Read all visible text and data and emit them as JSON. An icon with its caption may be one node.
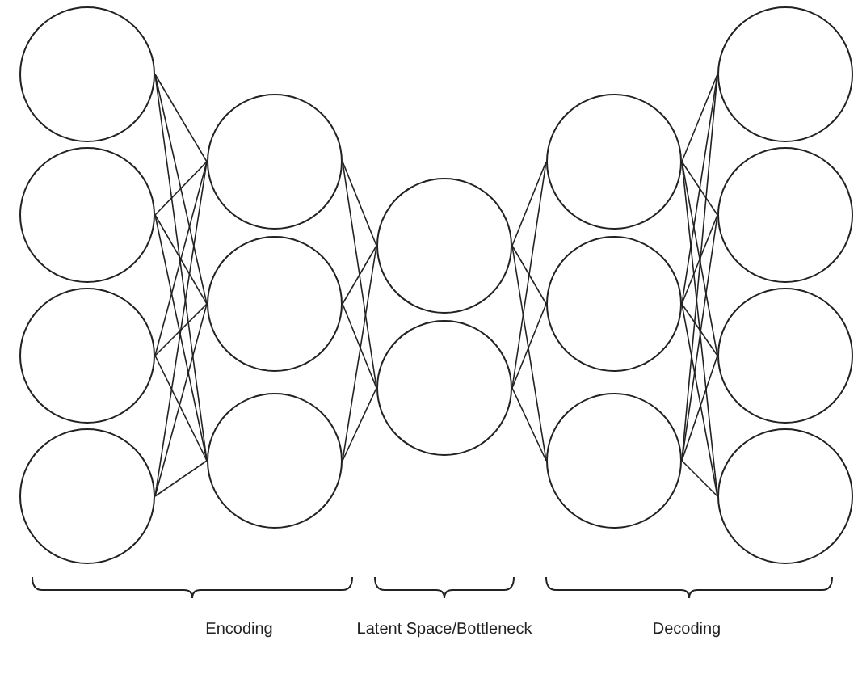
{
  "diagram": {
    "nodes": [
      {
        "text": [],
        "shape": "circle"
      },
      {
        "text": [],
        "shape": "circle"
      },
      {
        "text": [],
        "shape": "circle"
      },
      {
        "text": [],
        "shape": "circle"
      },
      {
        "text": [],
        "shape": "circle"
      },
      {
        "text": [],
        "shape": "circle"
      },
      {
        "text": [],
        "shape": "circle"
      },
      {
        "text": [],
        "shape": "circle"
      },
      {
        "text": [],
        "shape": "circle"
      },
      {
        "text": [],
        "shape": "circle"
      },
      {
        "text": [],
        "shape": "circle"
      },
      {
        "text": [],
        "shape": "circle"
      },
      {
        "text": [],
        "shape": "circle"
      },
      {
        "text": [],
        "shape": "circle"
      },
      {
        "text": [],
        "shape": "circle"
      },
      {
        "text": [],
        "shape": "circle"
      }
    ],
    "edges": [
      {
        "from": 0,
        "to": 4,
        "arrow": "none"
      },
      {
        "from": 0,
        "to": 5,
        "arrow": "none"
      },
      {
        "from": 0,
        "to": 6,
        "arrow": "none"
      },
      {
        "from": 1,
        "to": 4,
        "arrow": "none"
      },
      {
        "from": 1,
        "to": 5,
        "arrow": "none"
      },
      {
        "from": 1,
        "to": 6,
        "arrow": "none"
      },
      {
        "from": 2,
        "to": 4,
        "arrow": "none"
      },
      {
        "from": 2,
        "to": 5,
        "arrow": "none"
      },
      {
        "from": 2,
        "to": 6,
        "arrow": "none"
      },
      {
        "from": 3,
        "to": 4,
        "arrow": "none"
      },
      {
        "from": 3,
        "to": 5,
        "arrow": "none"
      },
      {
        "from": 3,
        "to": 6,
        "arrow": "none"
      },
      {
        "from": 4,
        "to": 7,
        "arrow": "none"
      },
      {
        "from": 4,
        "to": 8,
        "arrow": "none"
      },
      {
        "from": 5,
        "to": 7,
        "arrow": "none"
      },
      {
        "from": 5,
        "to": 8,
        "arrow": "none"
      },
      {
        "from": 6,
        "to": 7,
        "arrow": "none"
      },
      {
        "from": 6,
        "to": 8,
        "arrow": "none"
      },
      {
        "from": 7,
        "to": 9,
        "arrow": "none"
      },
      {
        "from": 7,
        "to": 10,
        "arrow": "none"
      },
      {
        "from": 7,
        "to": 11,
        "arrow": "none"
      },
      {
        "from": 8,
        "to": 9,
        "arrow": "none"
      },
      {
        "from": 8,
        "to": 10,
        "arrow": "none"
      },
      {
        "from": 8,
        "to": 11,
        "arrow": "none"
      },
      {
        "from": 9,
        "to": 12,
        "arrow": "none"
      },
      {
        "from": 9,
        "to": 13,
        "arrow": "none"
      },
      {
        "from": 9,
        "to": 14,
        "arrow": "none"
      },
      {
        "from": 9,
        "to": 15,
        "arrow": "none"
      },
      {
        "from": 10,
        "to": 12,
        "arrow": "none"
      },
      {
        "from": 10,
        "to": 13,
        "arrow": "none"
      },
      {
        "from": 10,
        "to": 14,
        "arrow": "none"
      },
      {
        "from": 10,
        "to": 15,
        "arrow": "none"
      },
      {
        "from": 11,
        "to": 12,
        "arrow": "none"
      },
      {
        "from": 11,
        "to": 13,
        "arrow": "none"
      },
      {
        "from": 11,
        "to": 14,
        "arrow": "none"
      },
      {
        "from": 11,
        "to": 15,
        "arrow": "none"
      }
    ],
    "labels": [
      "Encoding",
      "Latent Space/Bottleneck",
      "Decoding"
    ]
  }
}
